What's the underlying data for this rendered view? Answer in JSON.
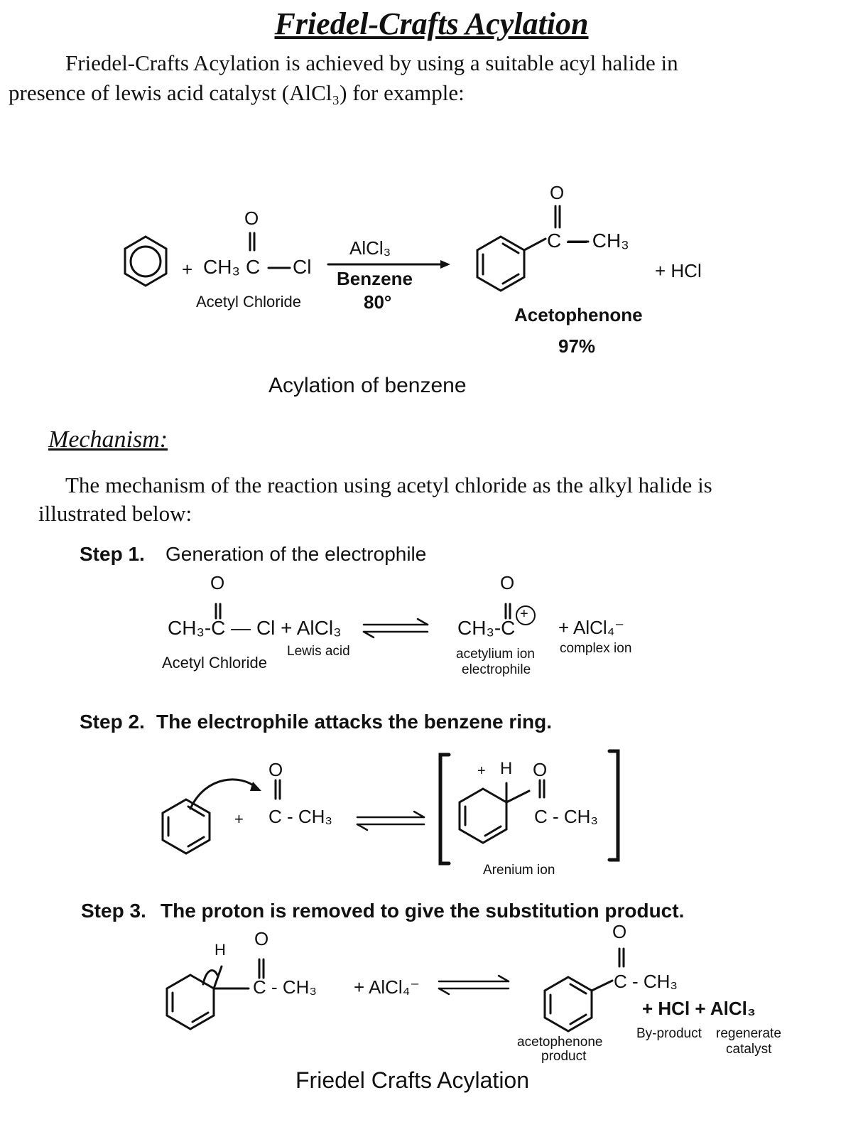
{
  "title": "Friedel-Crafts Acylation",
  "intro_line1": "Friedel-Crafts Acylation is achieved by using a suitable acyl halide in",
  "intro_line2": "presence of lewis acid catalyst (AlCl₃) for example:",
  "reaction1": {
    "plus1": "+",
    "reagent_formula_left": "CH₃",
    "reagent_c": "C",
    "reagent_cl": "Cl",
    "reagent_o": "O",
    "reagent_label": "Acetyl Chloride",
    "catalyst": "AlCl₃",
    "solvent": "Benzene",
    "temperature": "80°",
    "product_o": "O",
    "product_group": "C — CH₃",
    "byproduct": "+ HCl",
    "product_label": "Acetophenone",
    "yield": "97%",
    "caption": "Acylation of benzene"
  },
  "mechanism_heading": "Mechanism:",
  "mechanism_line1": "The mechanism of the reaction using acetyl chloride as the alkyl halide is",
  "mechanism_line2": "illustrated below:",
  "step1": {
    "number": "Step 1.",
    "title": "Generation of the electrophile",
    "reactant": "CH₃-C — Cl + AlCl₃",
    "reactant_o": "O",
    "reactant_label": "Acetyl Chloride",
    "lewis_label": "Lewis acid",
    "ion": "CH₃-C",
    "ion_o": "O",
    "ion_charge": "+",
    "complex": "+ AlCl₄⁻",
    "ion_label1": "acetylium ion",
    "ion_label2": "electrophile",
    "complex_label": "complex ion"
  },
  "step2": {
    "number": "Step 2.",
    "title": "The electrophile attacks the benzene ring.",
    "plus": "+",
    "electrophile_o": "O",
    "electrophile": "C - CH₃",
    "intermediate_h": "H",
    "intermediate_o": "O",
    "intermediate_charge": "+",
    "intermediate_group": "C - CH₃",
    "intermediate_label": "Arenium ion"
  },
  "step3": {
    "number": "Step 3.",
    "title": "The proton is removed to give the substitution product.",
    "h": "H",
    "o_left": "O",
    "group_left": "C - CH₃",
    "reagent": "+ AlCl₄⁻",
    "o_right": "O",
    "group_right": "C - CH₃",
    "byproducts": "+ HCl + AlCl₃",
    "product_label1": "acetophenone",
    "product_label2": "product",
    "byproduct_label": "By-product",
    "catalyst_label1": "regenerate",
    "catalyst_label2": "catalyst"
  },
  "footer": "Friedel Crafts Acylation"
}
